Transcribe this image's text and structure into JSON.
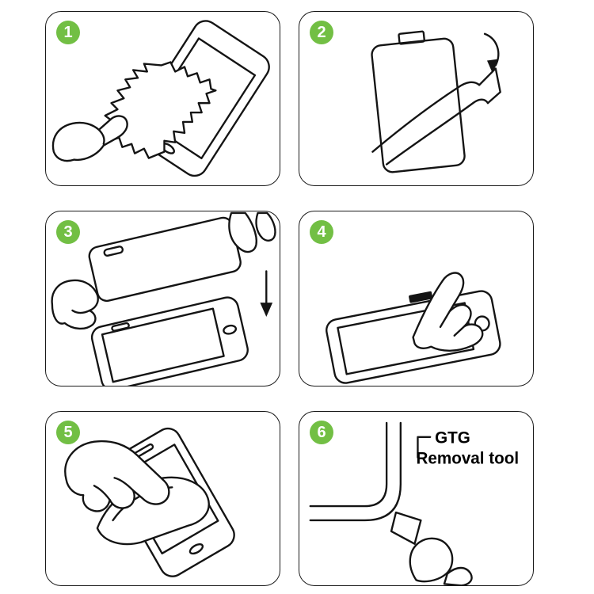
{
  "page": {
    "background": "#ffffff"
  },
  "steps": [
    {
      "number": "1",
      "illustration": "wipe-screen-with-cloth"
    },
    {
      "number": "2",
      "illustration": "peel-protective-film"
    },
    {
      "number": "3",
      "illustration": "align-glass-over-phone"
    },
    {
      "number": "4",
      "illustration": "press-screen-center"
    },
    {
      "number": "5",
      "illustration": "smooth-out-film"
    },
    {
      "number": "6",
      "illustration": "corner-removal-tool"
    }
  ],
  "panel6": {
    "caption_line1": "GTG",
    "caption_line2": "Removal tool"
  },
  "colors": {
    "step_badge_green": "#72bf44",
    "badge_number_text": "#ffffff",
    "line_art": "#141414",
    "panel_border": "#1a1a1a",
    "background": "#ffffff"
  }
}
